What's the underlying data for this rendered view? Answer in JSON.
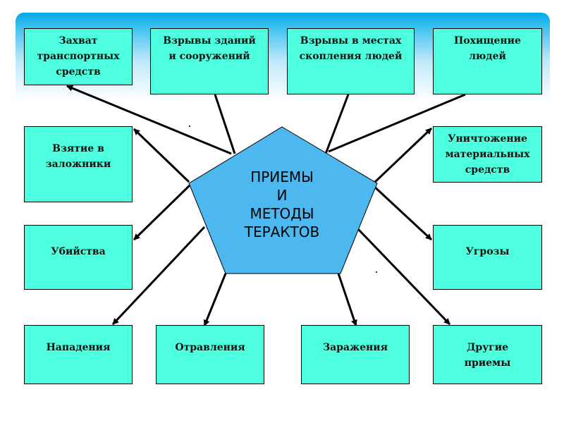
{
  "center": {
    "label": "ПРИЕМЫ\nИ\nМЕТОДЫ\nТЕРАКТОВ",
    "fill": "#4db8ef"
  },
  "boxes": [
    {
      "id": "zahvat",
      "label": "Захват\nтранспортных\nсредств"
    },
    {
      "id": "vzryvy-zdaniy",
      "label": "Взрывы зданий\nи сооружений"
    },
    {
      "id": "vzryvy-mesta",
      "label": "Взрывы в местах\nскопления людей"
    },
    {
      "id": "pohishchenie",
      "label": "Похищение\nлюдей"
    },
    {
      "id": "vzyatie",
      "label": "Взятие в\nзаложники"
    },
    {
      "id": "unichtozhenie",
      "label": "Уничтожение\nматериальных\nсредств"
    },
    {
      "id": "ubiystva",
      "label": "Убийства"
    },
    {
      "id": "ugrozy",
      "label": "Угрозы"
    },
    {
      "id": "napadeniya",
      "label": "Нападения"
    },
    {
      "id": "otravleniya",
      "label": "Отравления"
    },
    {
      "id": "zarazheniya",
      "label": "Заражения"
    },
    {
      "id": "drugie",
      "label": "Другие\nприемы"
    }
  ],
  "colors": {
    "box_fill": "#4dffdf",
    "header_band": "#00a8e8",
    "line": "#000000"
  }
}
